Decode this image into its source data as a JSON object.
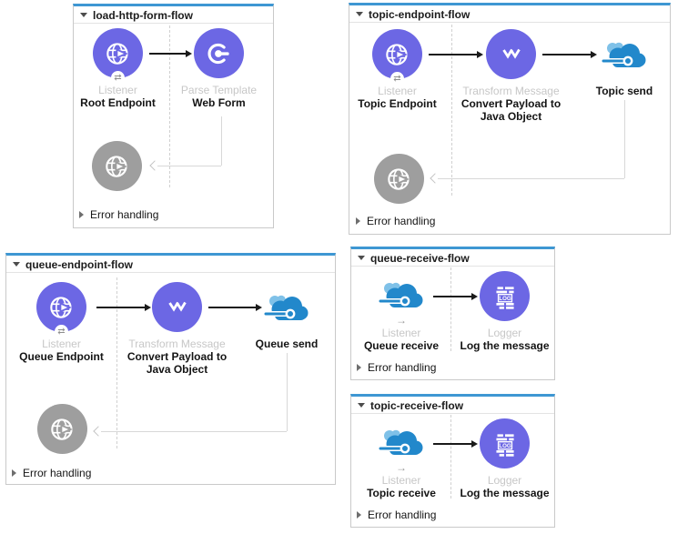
{
  "colors": {
    "flow_header_bar": "#3e97d3",
    "connector_purple": "#6c67e4",
    "error_connector_gray": "#9e9e9e",
    "cloud_blue": "#2288cb",
    "cloud_light_blue": "#7fc1e8"
  },
  "icons": {
    "logger_text": "LOG",
    "two_way_badge": "⇄",
    "one_way_badge": "→"
  },
  "flows": [
    {
      "title": "load-http-form-flow",
      "error_handling": "Error handling",
      "steps": {
        "listener": {
          "type": "Listener",
          "name": "Root Endpoint"
        },
        "parse_template": {
          "type": "Parse Template",
          "name": "Web Form"
        }
      }
    },
    {
      "title": "topic-endpoint-flow",
      "error_handling": "Error handling",
      "steps": {
        "listener": {
          "type": "Listener",
          "name": "Topic Endpoint"
        },
        "transform": {
          "type": "Transform Message",
          "name": "Convert Payload to Java Object"
        },
        "send": {
          "name": "Topic send"
        }
      }
    },
    {
      "title": "queue-endpoint-flow",
      "error_handling": "Error handling",
      "steps": {
        "listener": {
          "type": "Listener",
          "name": "Queue Endpoint"
        },
        "transform": {
          "type": "Transform Message",
          "name": "Convert Payload to Java Object"
        },
        "send": {
          "name": "Queue send"
        }
      }
    },
    {
      "title": "queue-receive-flow",
      "error_handling": "Error handling",
      "steps": {
        "listener": {
          "type": "Listener",
          "name": "Queue receive"
        },
        "logger": {
          "type": "Logger",
          "name": "Log the message"
        }
      }
    },
    {
      "title": "topic-receive-flow",
      "error_handling": "Error handling",
      "steps": {
        "listener": {
          "type": "Listener",
          "name": "Topic receive"
        },
        "logger": {
          "type": "Logger",
          "name": "Log the message"
        }
      }
    }
  ]
}
